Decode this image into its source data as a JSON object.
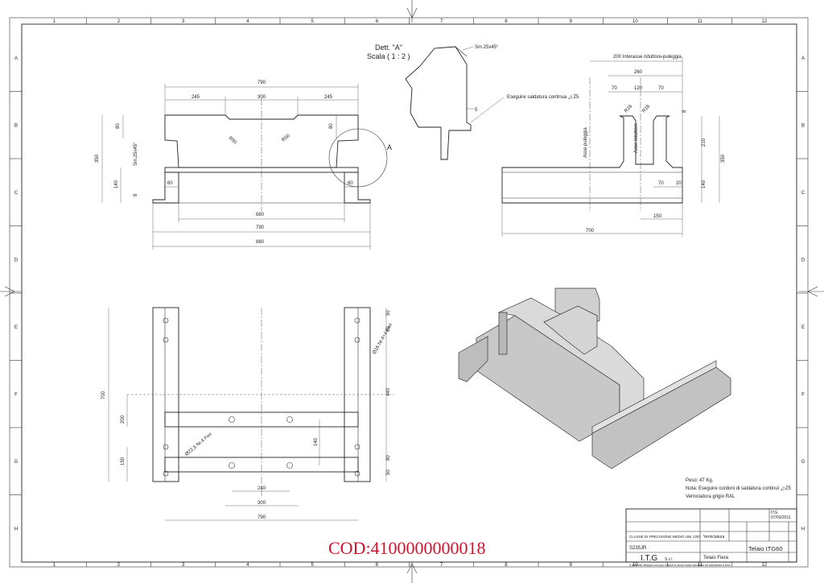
{
  "frame": {
    "col_numbers": [
      "1",
      "2",
      "3",
      "4",
      "5",
      "6",
      "7",
      "8",
      "9",
      "10",
      "11",
      "12"
    ],
    "row_letters": [
      "A",
      "B",
      "C",
      "D",
      "E",
      "F",
      "G",
      "H"
    ]
  },
  "detail": {
    "title": "Dett. \"A\"",
    "scale": "Scala  ( 1 : 2 )",
    "chamfer": "Sm.25x45°",
    "thickness": "5",
    "weld_note": "Eseguire saldatura continua ◿ Z5"
  },
  "callout": {
    "letter": "A"
  },
  "front_view": {
    "dims": {
      "d790_top": "790",
      "d245_left": "245",
      "d300": "300",
      "d245_right": "245",
      "d80_left": "80",
      "d80_right": "80",
      "d350": "350",
      "chamfer": "Sm.25x45°",
      "d140": "140",
      "d8": "8",
      "d60_left": "60",
      "d60_right": "60",
      "r50_left": "R50",
      "r50_right": "R50",
      "d680": "680",
      "d790_bottom": "790",
      "d880": "880"
    }
  },
  "side_view": {
    "dims": {
      "d200": "200 Interasse riduttore-puleggia",
      "d260": "260",
      "d70_a": "70",
      "d120": "120",
      "d70_b": "70",
      "r16_a": "R16",
      "r16_b": "R16",
      "d8": "8",
      "d210": "210",
      "d350": "350",
      "d140": "140",
      "d70_c": "70",
      "d20": "20",
      "d150": "150",
      "d700": "700",
      "axis_pulley": "Asse puleggia",
      "axis_gear": "Asse riduttore"
    }
  },
  "top_view": {
    "dims": {
      "d700": "700",
      "d200": "200",
      "d150": "150",
      "d140": "140",
      "d240": "240",
      "d300": "300",
      "d790": "790",
      "d50_top": "50",
      "d60": "60",
      "d440": "440",
      "d80": "80",
      "d50_bottom": "50",
      "holes16": "Ø16 Nr.4+4 Fori",
      "holes22": "Ø22,5 Nr.4 Fori"
    }
  },
  "notes": {
    "weight": "Peso: 47 Kg.",
    "weld": "Nota: Eseguire cordoni di saldatura continui ◿ Z5",
    "paint": "Verniciatura grigio RAL"
  },
  "title_block": {
    "company": "I.T.G",
    "company_suffix": "S.r.l.",
    "title": "Telaio ITG60",
    "material": "S235JR",
    "description": "Telaio Fiera",
    "date": "07/03/2011",
    "designer": "ITG",
    "tolerance_text": "CLASSE DI PRECISIONE MEDIO UNI 1307",
    "treatment": "Verniciatura",
    "company_note": "Il presente disegno non può essere in alcun modo riprodotto né trasmesso a terzi"
  },
  "code": "COD:4100000000018"
}
